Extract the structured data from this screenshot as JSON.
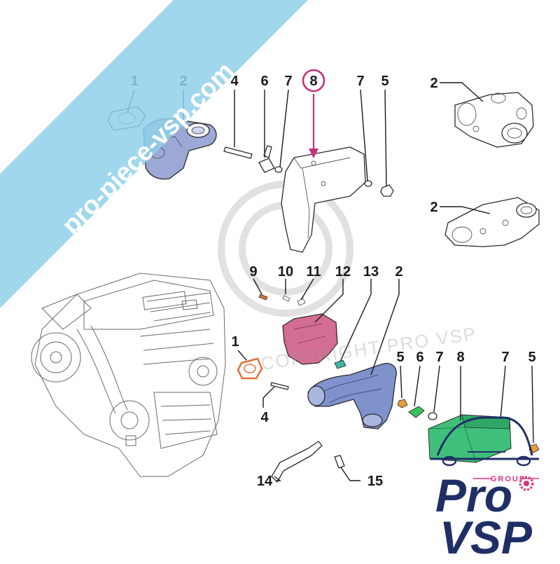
{
  "watermark": {
    "banner_text": "pro-piece-vsp.com",
    "banner_color": "#8fd0ea",
    "copyright_symbol": "©",
    "copyright_text": "COPYRIGHT PRO VSP"
  },
  "highlight": {
    "part_number": "8",
    "color": "#c7307a"
  },
  "callouts": [
    "1",
    "2",
    "4",
    "6",
    "7",
    "8",
    "7",
    "5",
    "2",
    "2",
    "9",
    "10",
    "11",
    "12",
    "13",
    "2",
    "1",
    "4",
    "5",
    "6",
    "7",
    "8",
    "7",
    "5",
    "14",
    "15"
  ],
  "logo": {
    "group_label": "GROUP",
    "line1": "Pro",
    "line2": "VSP",
    "primary_color": "#1f2f66",
    "accent_color": "#e0307a",
    "wheel_icon": "car-outline-icon"
  },
  "colors": {
    "manifold_blue": "#7f92cc",
    "heat_shield_pink": "#d46d93",
    "gasket_orange": "#e0703a",
    "sensor_green": "#39c45a",
    "block_green": "#3fc07a",
    "nut_orange": "#e79a3a"
  }
}
